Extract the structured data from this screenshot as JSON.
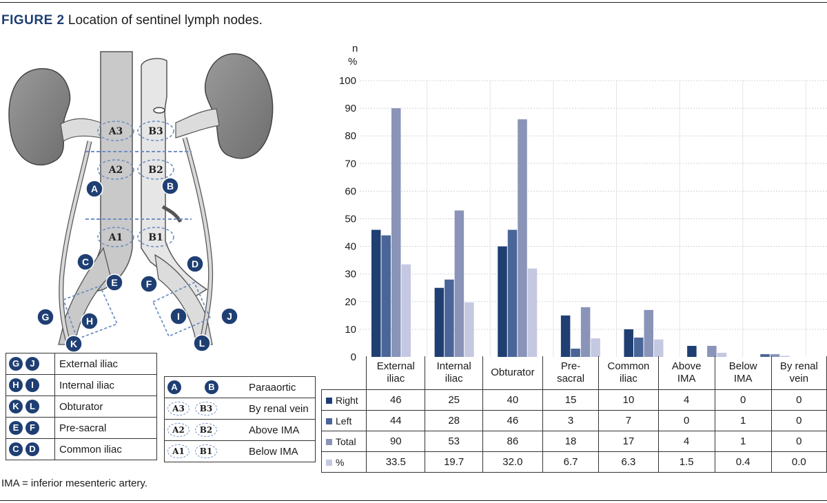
{
  "figure": {
    "label": "FIGURE 2",
    "caption": "Location of sentinel lymph nodes.",
    "footnote": "IMA = inferior mesenteric artery."
  },
  "anatomy": {
    "zones": [
      "A3",
      "B3",
      "A2",
      "B2",
      "A1",
      "B1"
    ],
    "markers": [
      "A",
      "B",
      "C",
      "D",
      "E",
      "F",
      "G",
      "H",
      "I",
      "J",
      "K",
      "L"
    ]
  },
  "legend_left": [
    {
      "codes": [
        "G",
        "J"
      ],
      "label": "External iliac"
    },
    {
      "codes": [
        "H",
        "I"
      ],
      "label": "Internal iliac"
    },
    {
      "codes": [
        "K",
        "L"
      ],
      "label": "Obturator"
    },
    {
      "codes": [
        "E",
        "F"
      ],
      "label": "Pre-sacral"
    },
    {
      "codes": [
        "C",
        "D"
      ],
      "label": "Common iliac"
    }
  ],
  "legend_right": [
    {
      "codes": [
        "A",
        "B"
      ],
      "style": "filled",
      "label": "Paraaortic"
    },
    {
      "codes": [
        "A3",
        "B3"
      ],
      "style": "dashed",
      "label": "By renal vein"
    },
    {
      "codes": [
        "A2",
        "B2"
      ],
      "style": "dashed",
      "label": "Above IMA"
    },
    {
      "codes": [
        "A1",
        "B1"
      ],
      "style": "dashed",
      "label": "Below IMA"
    }
  ],
  "chart_data": {
    "type": "bar",
    "y_unit_labels": [
      "n",
      "%"
    ],
    "ylim": [
      0,
      100
    ],
    "yticks": [
      0,
      10,
      20,
      30,
      40,
      50,
      60,
      70,
      80,
      90,
      100
    ],
    "grid": true,
    "categories": [
      "External\niliac",
      "Internal\niliac",
      "Obturator",
      "Pre-\nsacral",
      "Common\niliac",
      "Above\nIMA",
      "Below\nIMA",
      "By renal\nvein"
    ],
    "series": [
      {
        "name": "Right",
        "color": "#1f3f73",
        "values": [
          46,
          25,
          40,
          15,
          10,
          4,
          0,
          0
        ],
        "display": [
          "46",
          "25",
          "40",
          "15",
          "10",
          "4",
          "0",
          "0"
        ]
      },
      {
        "name": "Left",
        "color": "#4a6598",
        "values": [
          44,
          28,
          46,
          3,
          7,
          0,
          1,
          0
        ],
        "display": [
          "44",
          "28",
          "46",
          "3",
          "7",
          "0",
          "1",
          "0"
        ]
      },
      {
        "name": "Total",
        "color": "#8a94b8",
        "values": [
          90,
          53,
          86,
          18,
          17,
          4,
          1,
          0
        ],
        "display": [
          "90",
          "53",
          "86",
          "18",
          "17",
          "4",
          "1",
          "0"
        ]
      },
      {
        "name": "%",
        "color": "#c4c8e0",
        "values": [
          33.5,
          19.7,
          32.0,
          6.7,
          6.3,
          1.5,
          0.4,
          0.0
        ],
        "display": [
          "33.5",
          "19.7",
          "32.0",
          "6.7",
          "6.3",
          "1.5",
          "0.4",
          "0.0"
        ]
      }
    ]
  }
}
